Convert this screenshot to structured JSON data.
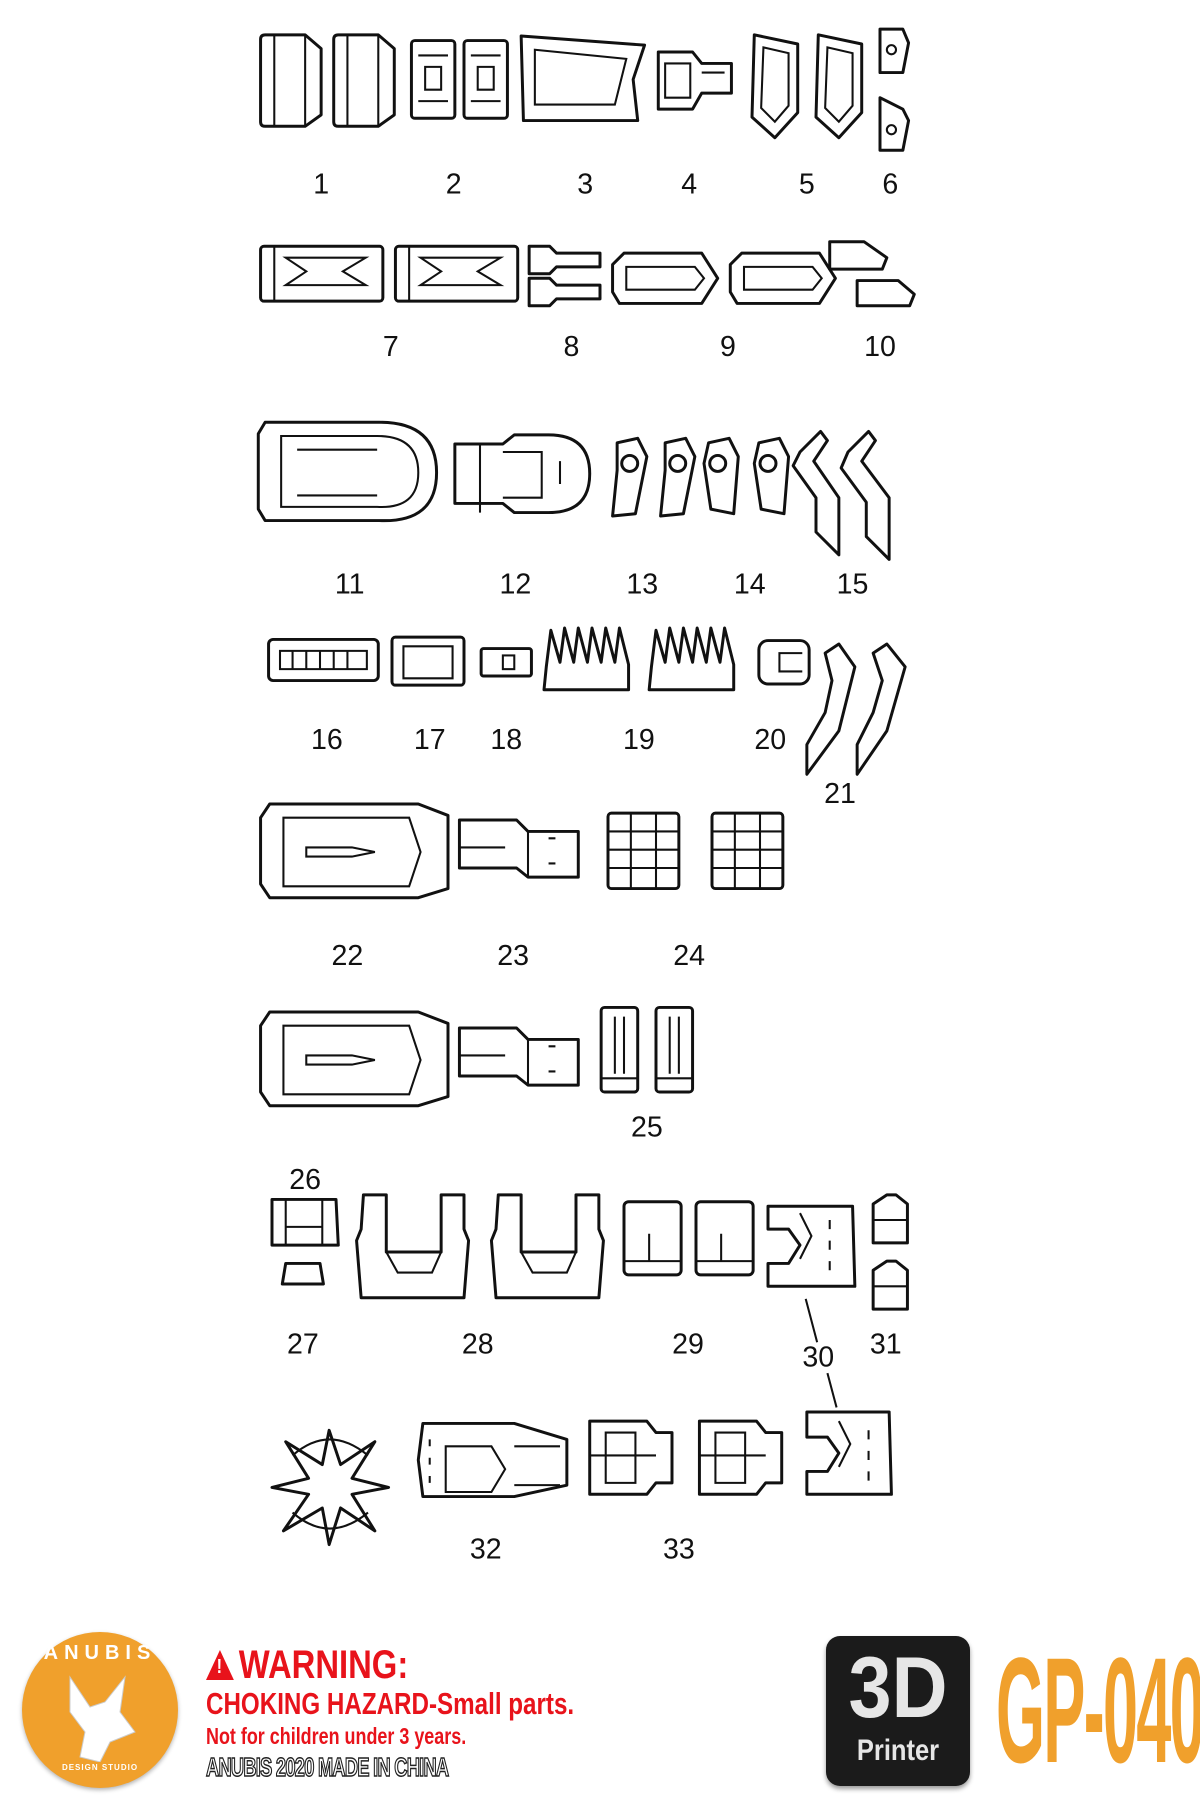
{
  "parts": {
    "labels": [
      "1",
      "2",
      "3",
      "4",
      "5",
      "6",
      "7",
      "8",
      "9",
      "10",
      "11",
      "12",
      "13",
      "14",
      "15",
      "16",
      "17",
      "18",
      "19",
      "20",
      "21",
      "22",
      "23",
      "24",
      "25",
      "26",
      "27",
      "28",
      "29",
      "30",
      "31",
      "32",
      "33"
    ]
  },
  "footer": {
    "logo_text": "ANUBIS",
    "logo_subtext": "DESIGN STUDIO",
    "warning_icon": "warning-triangle-icon",
    "warning_title": "WARNING:",
    "warning_line1": "CHOKING HAZARD-Small parts.",
    "warning_line2": "Not for children under 3 years.",
    "warning_line3": "ANUBIS 2020 MADE IN CHINA",
    "badge_big": "3D",
    "badge_small": "Printer",
    "product_code": "GP-040"
  },
  "colors": {
    "warning": "#e8131b",
    "brand_orange": "#f0a02c",
    "badge_bg": "#1b1b1b"
  }
}
